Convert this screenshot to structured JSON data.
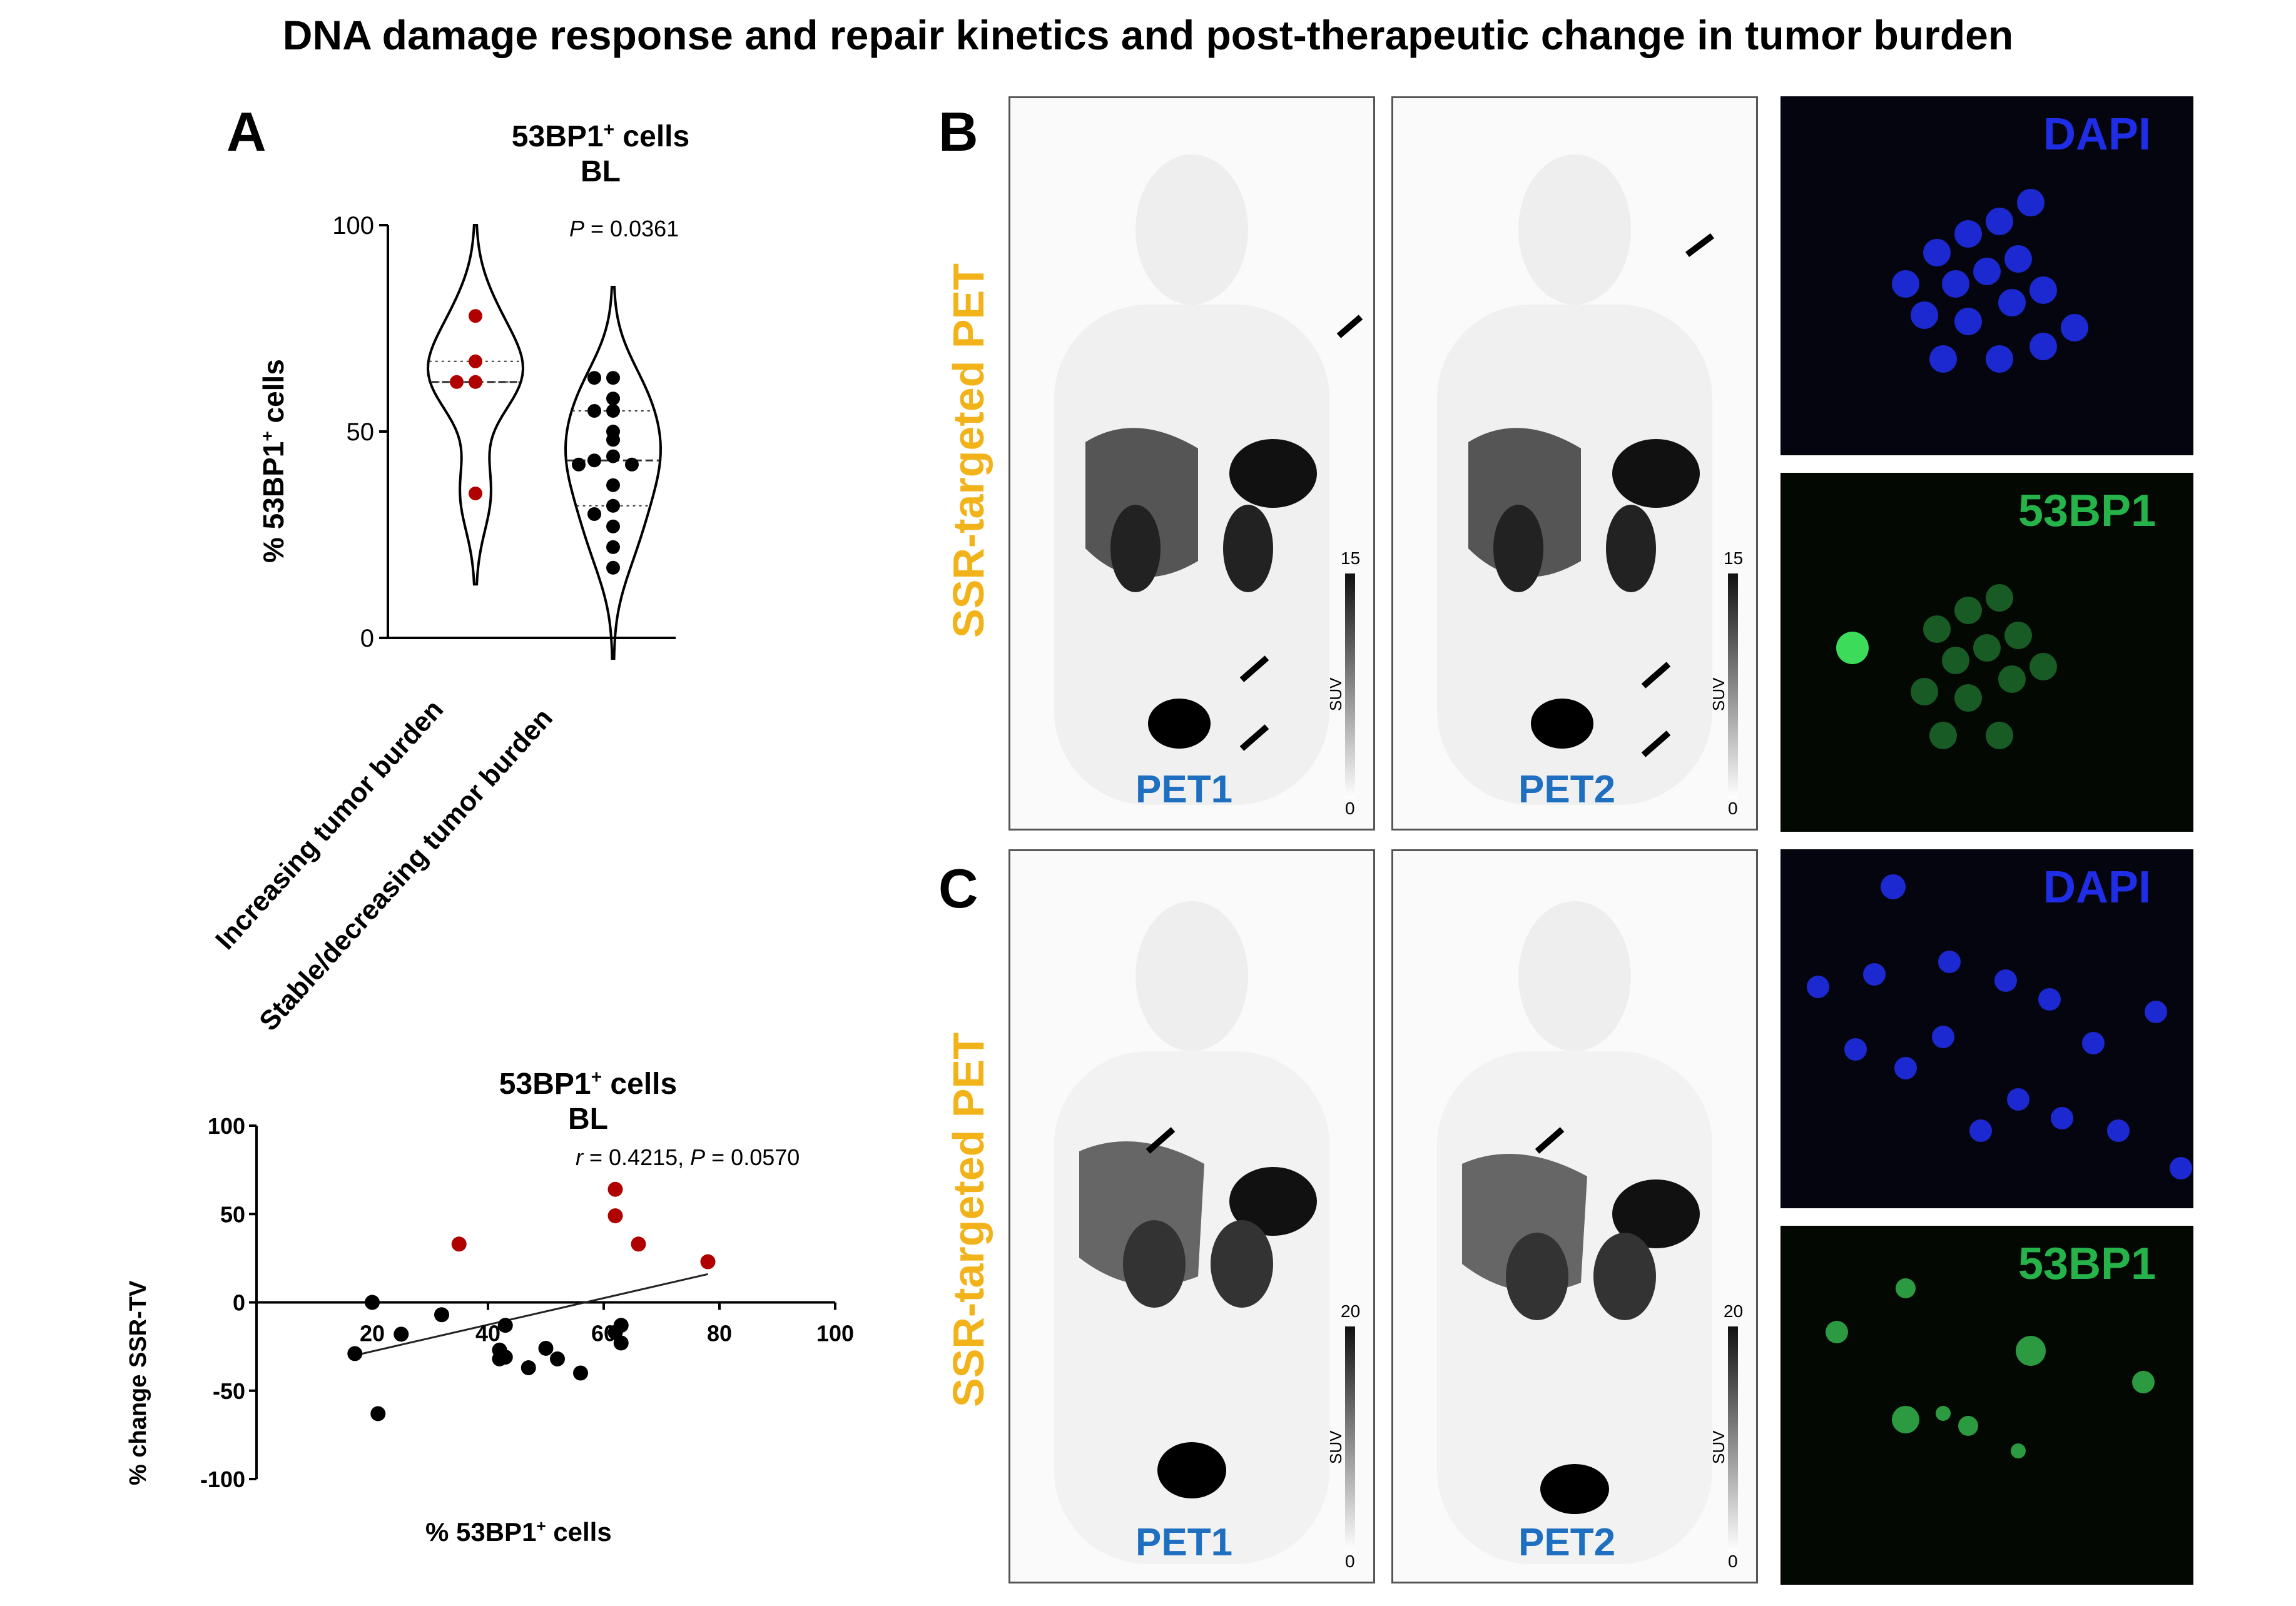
{
  "figure": {
    "title": "DNA damage response and repair kinetics and post-therapeutic change in tumor burden",
    "panel_a_letter": "A",
    "panel_b_letter": "B",
    "panel_c_letter": "C",
    "colors": {
      "red_dot": "#b00000",
      "black_dot": "#000000",
      "pet_label": "#1f6fc0",
      "ssr_label": "#f2b21a",
      "dapi": "#1f2ee6",
      "bp1": "#25b34a"
    }
  },
  "violin": {
    "title_main": "53BP1",
    "title_sup": "+",
    "title_rest": " cells",
    "subtitle": "BL",
    "p_prefix": "P",
    "p_value": " = 0.0361",
    "ylabel_main": "% 53BP1",
    "ylabel_sup": "+",
    "ylabel_rest": " cells",
    "yticks": [
      "0",
      "50",
      "100"
    ],
    "cat1": "Increasing tumor burden",
    "cat2": "Stable/decreasing tumor burden"
  },
  "scatter": {
    "title_main": "53BP1",
    "title_sup": "+",
    "title_rest": " cells",
    "subtitle": "BL",
    "r_prefix": "r",
    "r_value": " = 0.4215, ",
    "p_prefix": "P",
    "p_value": " = 0.0570",
    "ylabel": "% change SSR-TV",
    "xlabel_main": "% 53BP1",
    "xlabel_sup": "+",
    "xlabel_rest": " cells",
    "yticks": [
      "-100",
      "-50",
      "0",
      "50",
      "100"
    ],
    "xticks": [
      "20",
      "40",
      "60",
      "80",
      "100"
    ]
  },
  "chart_data": [
    {
      "type": "violin",
      "title": "53BP1+ cells BL",
      "ylabel": "% 53BP1+ cells",
      "ylim": [
        0,
        100
      ],
      "categories": [
        "Increasing tumor burden",
        "Stable/decreasing tumor burden"
      ],
      "series": [
        {
          "category": "Increasing tumor burden",
          "color": "#b00000",
          "values": [
            78,
            67,
            62,
            62,
            35
          ]
        },
        {
          "category": "Stable/decreasing tumor burden",
          "color": "#000000",
          "values": [
            63,
            63,
            58,
            55,
            55,
            50,
            48,
            44,
            43,
            42,
            42,
            37,
            32,
            30,
            27,
            22,
            17
          ]
        }
      ]
    },
    {
      "type": "scatter",
      "title": "53BP1+ cells BL",
      "xlabel": "% 53BP1+ cells",
      "ylabel": "% change SSR-TV",
      "xlim": [
        0,
        100
      ],
      "ylim": [
        -100,
        100
      ],
      "series": [
        {
          "color": "#b00000",
          "points": [
            [
              35,
              33
            ],
            [
              62,
              64
            ],
            [
              62,
              49
            ],
            [
              66,
              33
            ],
            [
              78,
              23
            ]
          ]
        },
        {
          "color": "#000000",
          "points": [
            [
              17,
              -29
            ],
            [
              20,
              0
            ],
            [
              21,
              -63
            ],
            [
              25,
              -18
            ],
            [
              32,
              -7
            ],
            [
              42,
              -27
            ],
            [
              42,
              -32
            ],
            [
              43,
              -13
            ],
            [
              43,
              -31
            ],
            [
              47,
              -37
            ],
            [
              50,
              -26
            ],
            [
              52,
              -32
            ],
            [
              56,
              -40
            ],
            [
              62,
              -17
            ],
            [
              63,
              -23
            ],
            [
              63,
              -13
            ]
          ]
        }
      ],
      "regression": {
        "x": [
          17,
          78
        ],
        "y": [
          -30,
          16
        ]
      },
      "annotation": "r = 0.4215, P = 0.0570"
    }
  ],
  "panel_b": {
    "ssr_label": "SSR-targeted PET",
    "pet1": "PET1",
    "pet2": "PET2",
    "suv_label": "SUV",
    "suv_max": "15",
    "suv_min": "0",
    "dapi": "DAPI",
    "bp1": "53BP1"
  },
  "panel_c": {
    "ssr_label": "SSR-targeted PET",
    "pet1": "PET1",
    "pet2": "PET2",
    "suv_label": "SUV",
    "suv_max": "20",
    "suv_min": "0",
    "dapi": "DAPI",
    "bp1": "53BP1"
  }
}
